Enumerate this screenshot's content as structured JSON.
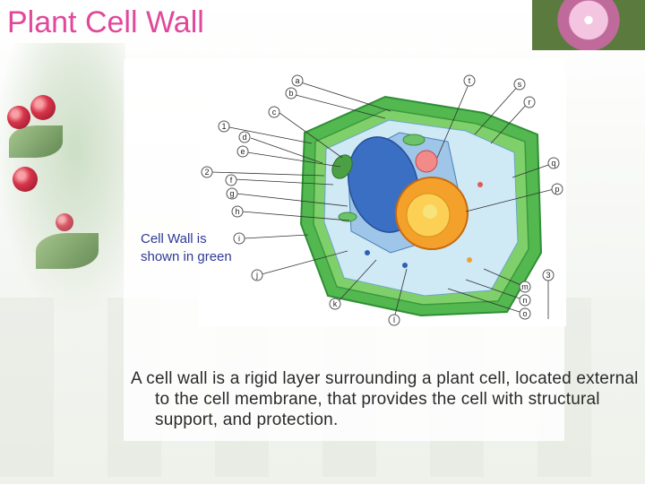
{
  "slide": {
    "title": "Plant Cell Wall",
    "caption": "Cell Wall is shown in green",
    "description": "A cell wall is a rigid layer surrounding a plant cell, located external to the cell membrane, that provides the cell with structural support, and protection."
  },
  "diagram": {
    "labels": [
      "a",
      "b",
      "c",
      "1",
      "d",
      "e",
      "2",
      "f",
      "g",
      "h",
      "i",
      "j",
      "k",
      "l",
      "m",
      "n",
      "o",
      "3",
      "p",
      "q",
      "r",
      "s",
      "t"
    ],
    "wall_color": "#45b34a",
    "nucleus_color": "#3b6fc4"
  },
  "colors": {
    "title": "#e0489a",
    "caption": "#2f3a94"
  }
}
